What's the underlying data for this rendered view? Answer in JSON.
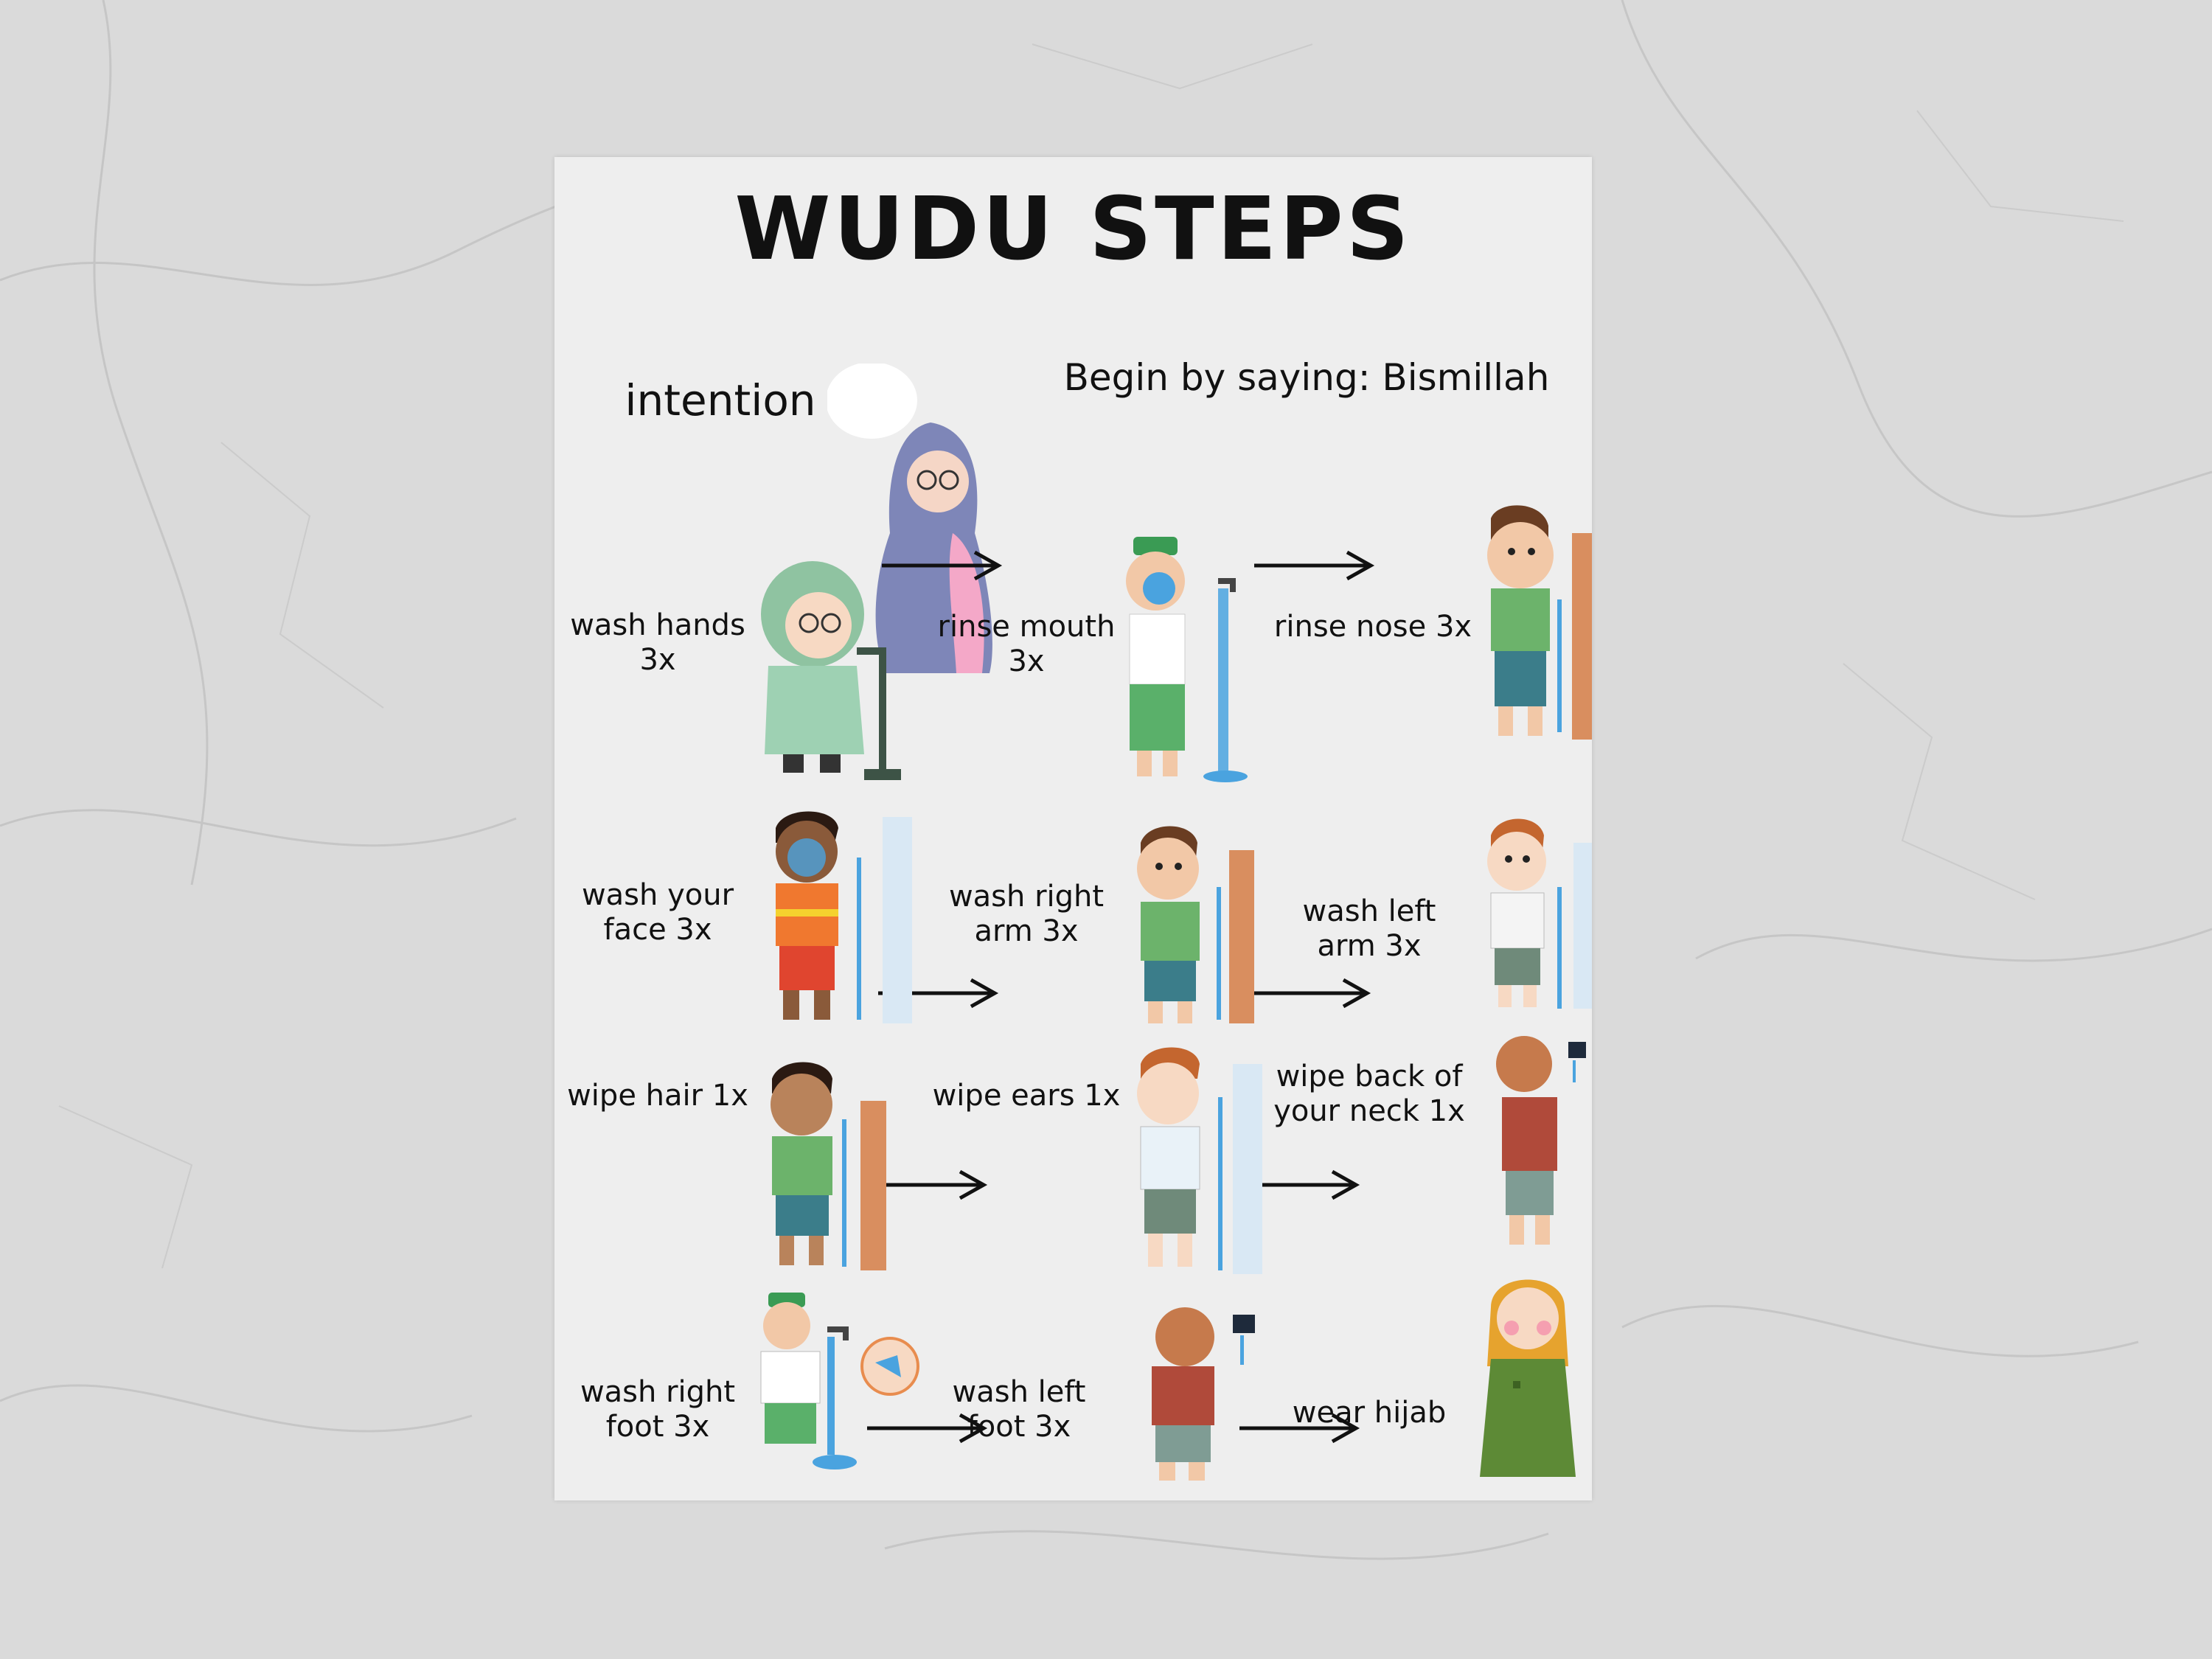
{
  "poster": {
    "title": "WUDU STEPS",
    "intention_label": "intention",
    "begin_text": "Begin by saying: Bismillah"
  },
  "steps": [
    {
      "label": "wash hands\n3x",
      "icon": "child-washing-hands-icon"
    },
    {
      "label": "rinse mouth\n3x",
      "icon": "child-rinsing-mouth-icon"
    },
    {
      "label": "rinse nose 3x",
      "icon": "child-rinsing-nose-icon"
    },
    {
      "label": "wash your\nface 3x",
      "icon": "child-washing-face-icon"
    },
    {
      "label": "wash right\narm 3x",
      "icon": "child-washing-right-arm-icon"
    },
    {
      "label": "wash left\narm 3x",
      "icon": "child-washing-left-arm-icon"
    },
    {
      "label": "wipe hair 1x",
      "icon": "child-wiping-hair-icon"
    },
    {
      "label": "wipe ears 1x",
      "icon": "child-wiping-ears-icon"
    },
    {
      "label": "wipe back of\nyour neck 1x",
      "icon": "child-wiping-neck-icon"
    },
    {
      "label": "wash right\nfoot 3x",
      "icon": "child-washing-right-foot-icon"
    },
    {
      "label": "wash left\nfoot 3x",
      "icon": "child-washing-left-foot-icon"
    },
    {
      "label": "wear hijab",
      "icon": "girl-wearing-hijab-icon"
    }
  ],
  "colors": {
    "background": "#d9d9d9",
    "poster": "#eeeeee",
    "text": "#111111",
    "water": "#4aa3df",
    "wall": "#d98e5f"
  }
}
